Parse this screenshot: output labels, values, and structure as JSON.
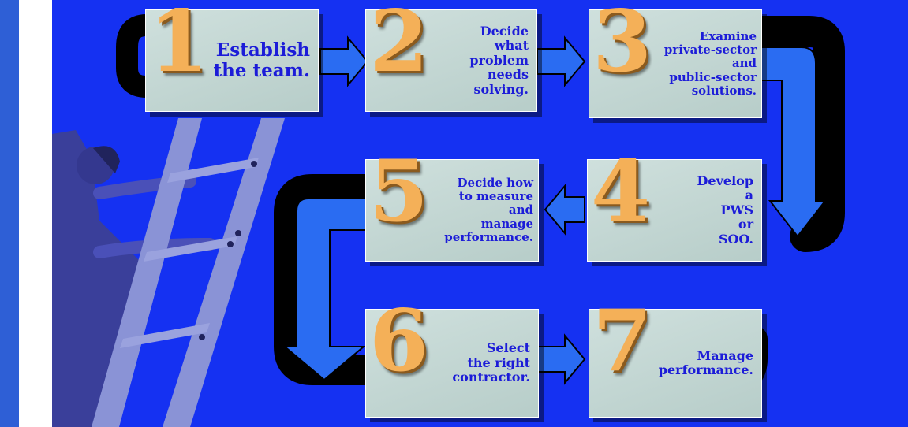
{
  "colors": {
    "background": "#1531f2",
    "left_bar": "#2e5fd6",
    "box_fill": "#c4d7d4",
    "number": "#f4b058",
    "text": "#1c1cd8",
    "arrow": "#2a6cf2",
    "track": "#000000"
  },
  "steps": [
    {
      "number": "1",
      "text": "Establish\nthe team."
    },
    {
      "number": "2",
      "text": "Decide\nwhat\nproblem\nneeds\nsolving."
    },
    {
      "number": "3",
      "text": "Examine\nprivate-sector\nand\npublic-sector\nsolutions."
    },
    {
      "number": "4",
      "text": "Develop\na\nPWS\nor\nSOO."
    },
    {
      "number": "5",
      "text": "Decide how\nto measure\nand\nmanage\nperformance."
    },
    {
      "number": "6",
      "text": "Select\nthe right\ncontractor."
    },
    {
      "number": "7",
      "text": "Manage\nperformance."
    }
  ],
  "illustration": "woman-climbing-ladder"
}
